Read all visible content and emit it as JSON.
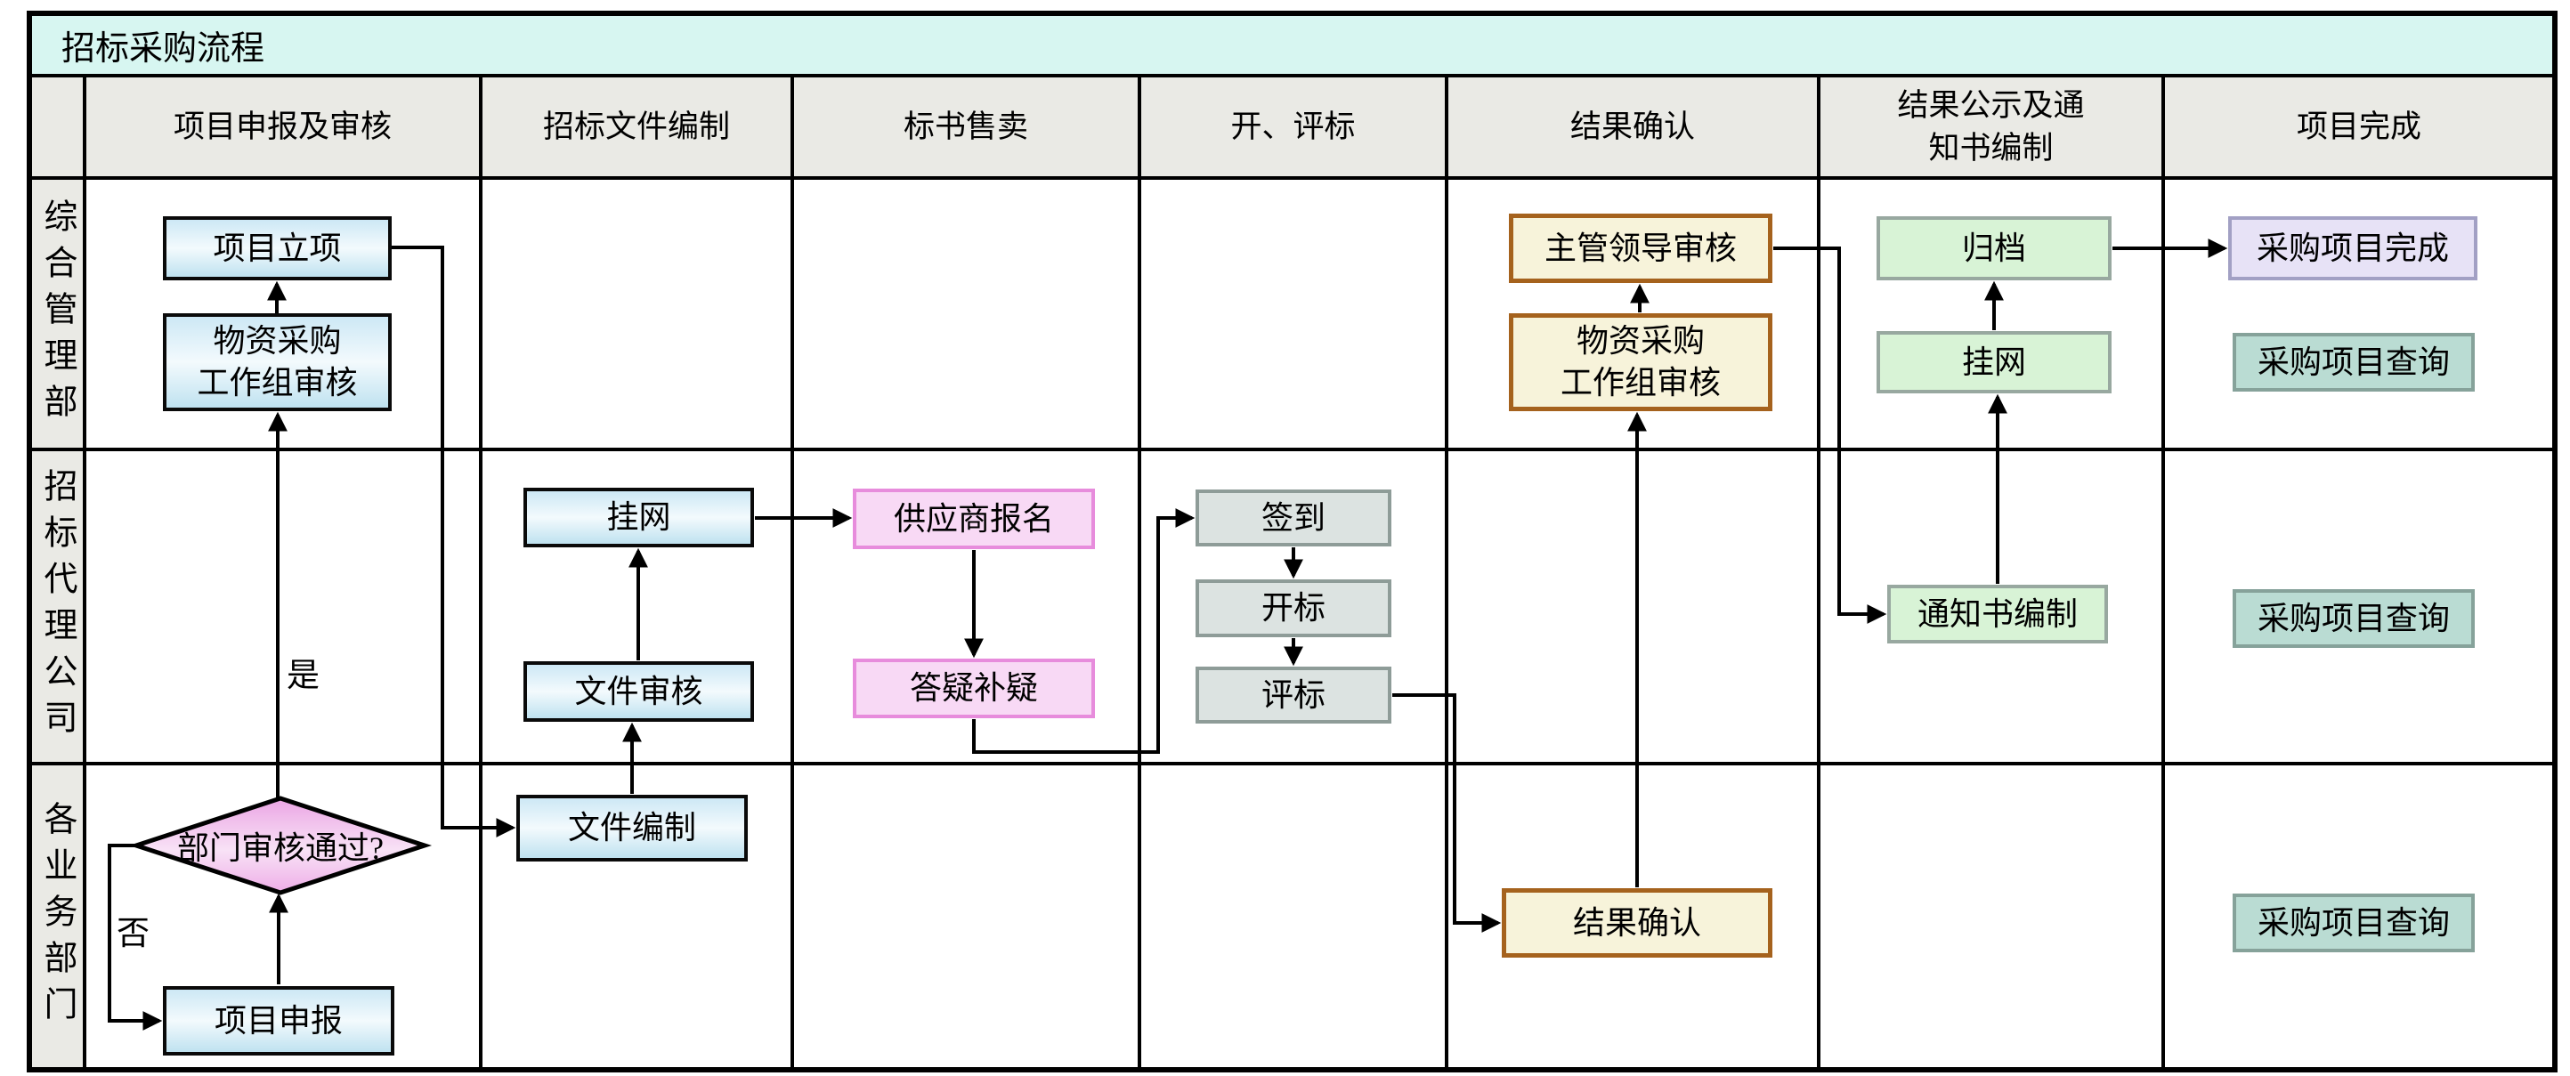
{
  "title": "招标采购流程",
  "lanes": [
    "综合管理部",
    "招标代理公司",
    "各业务部门"
  ],
  "phases": [
    "项目申报及审核",
    "招标文件编制",
    "标书售卖",
    "开、评标",
    "结果确认",
    "结果公示及通\n知书编制",
    "项目完成"
  ],
  "nodes": {
    "project_initiation": "项目立项",
    "procurement_group_review_1": "物资采购\n工作组审核",
    "leader_review": "主管领导审核",
    "procurement_group_review_2": "物资采购\n工作组审核",
    "archive": "归档",
    "publish_result": "挂网",
    "project_complete": "采购项目完成",
    "project_query_1": "采购项目查询",
    "publish_tender": "挂网",
    "doc_review": "文件审核",
    "supplier_signup": "供应商报名",
    "qa_supplement": "答疑补疑",
    "sign_in": "签到",
    "bid_opening": "开标",
    "bid_evaluation": "评标",
    "notice_preparation": "通知书编制",
    "dept_review_decision": "部门审核通过?",
    "project_application": "项目申报",
    "doc_preparation": "文件编制",
    "result_confirmation": "结果确认",
    "project_query_2": "采购项目查询",
    "project_query_3": "采购项目查询"
  },
  "edge_labels": {
    "yes": "是",
    "no": "否"
  },
  "colors": {
    "title_bg": "#d7f6f1",
    "header_bg": "#eaeae5",
    "process_blue_top": "#cde8f5",
    "process_blue_bottom": "#bfe2f0",
    "decision_pink": "#eba5e4",
    "pink_fill": "#f8d9f5",
    "pink_border": "#e78cdc",
    "cream_fill": "#f7f3da",
    "cream_border": "#a5621d",
    "green_fill": "#d8f3d6",
    "gray_fill": "#dce3e1",
    "lavender_fill": "#e7e2f6",
    "teal_fill": "#badcd3",
    "line_color": "#000000"
  }
}
